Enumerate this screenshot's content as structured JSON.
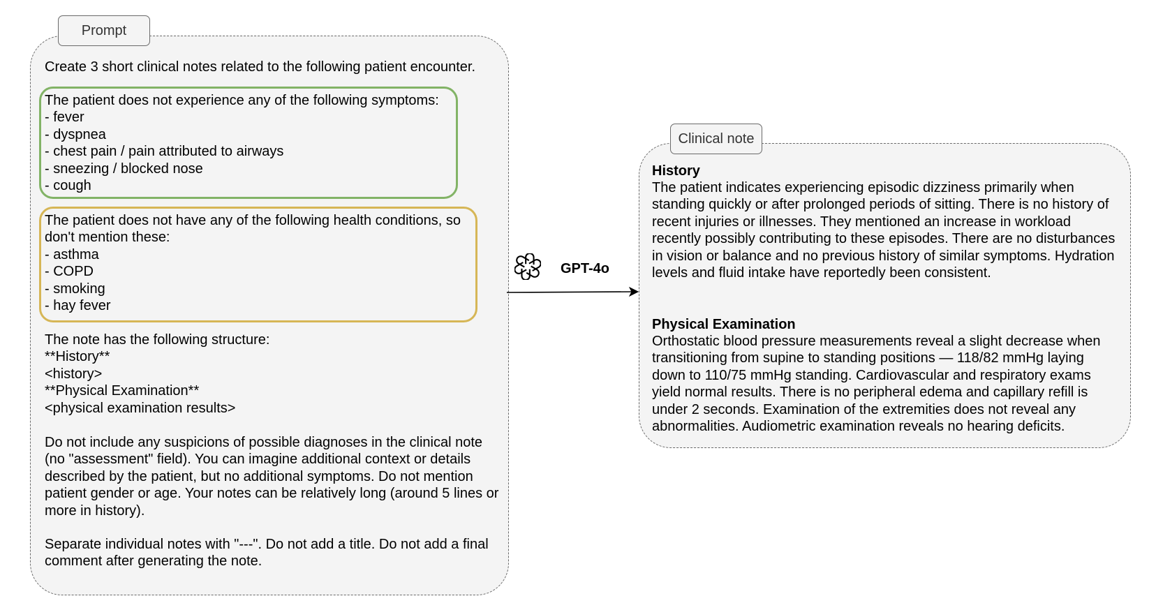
{
  "prompt": {
    "tab_label": "Prompt",
    "intro": "Create 3 short clinical notes related to the following patient encounter.",
    "symptoms_block": "The patient does not experience any of the following symptoms:\n- fever\n- dyspnea\n- chest pain / pain attributed to airways\n- sneezing / blocked nose\n- cough",
    "conditions_block": "The patient does not have any of the following health conditions, so don't mention these:\n- asthma\n- COPD\n- smoking\n- hay fever",
    "structure_block": "The note has the following structure:\n**History**\n<history>\n**Physical Examination**\n<physical examination results>",
    "guidance_block": "Do not include any suspicions of possible diagnoses in the clinical note (no \"assessment\" field). You can imagine additional context or details described by the patient, but no additional symptoms. Do not mention patient gender or age. Your notes can be relatively long (around 5 lines or more in history).",
    "separator_block": "Separate individual notes with \"---\". Do not add a title. Do not add a final comment after generating the note."
  },
  "model": {
    "label": "GPT-4o",
    "icon": "openai-logo-icon"
  },
  "clinical_note": {
    "tab_label": "Clinical note",
    "history_heading": "History",
    "history_text": "The patient indicates experiencing episodic dizziness primarily when standing quickly or after prolonged periods of sitting. There is no history of recent injuries or illnesses. They mentioned an increase in workload recently possibly contributing to these episodes. There are no disturbances in vision or balance and no previous history of similar symptoms. Hydration levels and fluid intake have reportedly been consistent.",
    "exam_heading": "Physical Examination",
    "exam_text": "Orthostatic blood pressure measurements reveal a slight decrease when transitioning from supine to standing positions — 118/82 mmHg laying down to 110/75 mmHg standing. Cardiovascular and respiratory exams yield normal results. There is no peripheral edema and capillary refill is under 2 seconds. Examination of the extremities does not reveal any abnormalities. Audiometric examination reveals no hearing deficits."
  },
  "colors": {
    "symptoms_border": "#82b366",
    "conditions_border": "#d6b656",
    "panel_fill": "#f4f4f4",
    "panel_border": "#6a6a6a"
  }
}
